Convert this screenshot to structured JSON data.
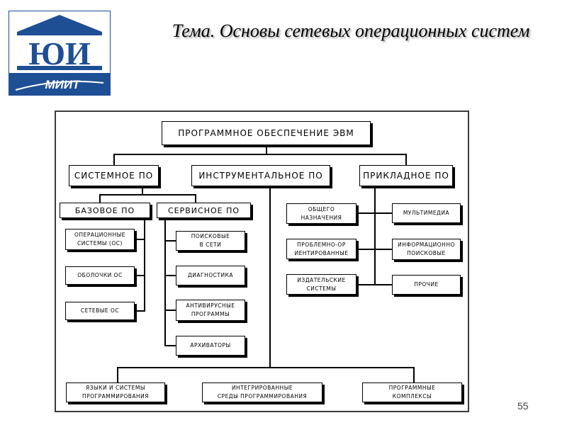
{
  "logo": {
    "letters": "ЮИ",
    "subtitle": "МИИТ"
  },
  "title": "Тема. Основы сетевых операционных систем",
  "page_number": "55",
  "diagram": {
    "root": "ПРОГРАММНОЕ ОБЕСПЕЧЕНИЕ ЭВМ",
    "system": "СИСТЕМНОЕ ПО",
    "tools": "ИНСТРУМЕНТАЛЬНОЕ ПО",
    "applied": "ПРИКЛАДНОЕ ПО",
    "base": "БАЗОВОЕ ПО",
    "service": "СЕРВИСНОЕ ПО",
    "os": "ОПЕРАЦИОННЫЕ\nСИСТЕМЫ (ОС)",
    "shells": "ОБОЛОЧКИ ОС",
    "netos": "СЕТЕВЫЕ ОС",
    "search": "ПОИСКОВЫЕ\nВ СЕТИ",
    "diag": "ДИАГНОСТИКА",
    "antivirus": "АНТИВИРУСНЫЕ\nПРОГРАММЫ",
    "archivers": "АРХИВАТОРЫ",
    "general": "ОБЩЕГО\nНАЗНАЧЕНИЯ",
    "problem": "ПРОБЛЕМНО-ОР\nИЕНТИРОВАННЫЕ",
    "publishing": "ИЗДАТЕЛЬСКИЕ\nСИСТЕМЫ",
    "multimedia": "МУЛЬТИМЕДИА",
    "infosearch": "ИНФОРМАЦИОННО\nПОИСКОВЫЕ",
    "other": "ПРОЧИЕ",
    "languages": "ЯЗЫКИ И СИСТЕМЫ\nПРОГРАММИРОВАНИЯ",
    "ide": "ИНТЕГРИРОВАННЫЕ\nСРЕДЫ ПРОГРАММИРОВАНИЯ",
    "complexes": "ПРОГРАММНЫЕ\nКОМПЛЕКСЫ"
  },
  "colors": {
    "logo_blue": "#1e4f95",
    "line": "#000000"
  }
}
